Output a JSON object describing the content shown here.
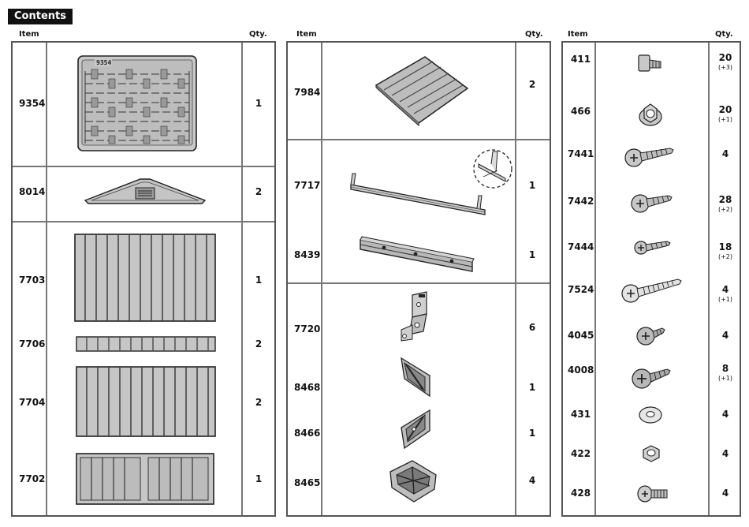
{
  "title": "Contents",
  "headers": {
    "item": "Item",
    "qty": "Qty."
  },
  "panel1": [
    {
      "item": "9354",
      "qty": "1"
    },
    {
      "item": "8014",
      "qty": "2"
    },
    {
      "item": "7703",
      "qty": "1"
    },
    {
      "item": "7706",
      "qty": "2"
    },
    {
      "item": "7704",
      "qty": "2"
    },
    {
      "item": "7702",
      "qty": "1"
    }
  ],
  "panel1_label": "9354",
  "panel2": [
    {
      "item": "7984",
      "qty": "2"
    },
    {
      "item": "7717",
      "qty": "1"
    },
    {
      "item": "8439",
      "qty": "1"
    },
    {
      "item": "7720",
      "qty": "6"
    },
    {
      "item": "8468",
      "qty": "1"
    },
    {
      "item": "8466",
      "qty": "1"
    },
    {
      "item": "8465",
      "qty": "4"
    }
  ],
  "panel3": [
    {
      "item": "411",
      "qty": "20",
      "sub": "(+3)",
      "icon": "square-nut-bolt-icon"
    },
    {
      "item": "466",
      "qty": "20",
      "sub": "(+1)",
      "icon": "flange-nut-icon"
    },
    {
      "item": "7441",
      "qty": "4",
      "sub": "",
      "icon": "screw-icon"
    },
    {
      "item": "7442",
      "qty": "28",
      "sub": "(+2)",
      "icon": "screw-icon"
    },
    {
      "item": "7444",
      "qty": "18",
      "sub": "(+2)",
      "icon": "screw-icon"
    },
    {
      "item": "7524",
      "qty": "4",
      "sub": "(+1)",
      "icon": "long-screw-icon"
    },
    {
      "item": "4045",
      "qty": "4",
      "sub": "",
      "icon": "short-screw-icon"
    },
    {
      "item": "4008",
      "qty": "8",
      "sub": "(+1)",
      "icon": "screw-icon"
    },
    {
      "item": "431",
      "qty": "4",
      "sub": "",
      "icon": "washer-icon"
    },
    {
      "item": "422",
      "qty": "4",
      "sub": "",
      "icon": "hex-nut-icon"
    },
    {
      "item": "428",
      "qty": "4",
      "sub": "",
      "icon": "bolt-icon"
    }
  ]
}
